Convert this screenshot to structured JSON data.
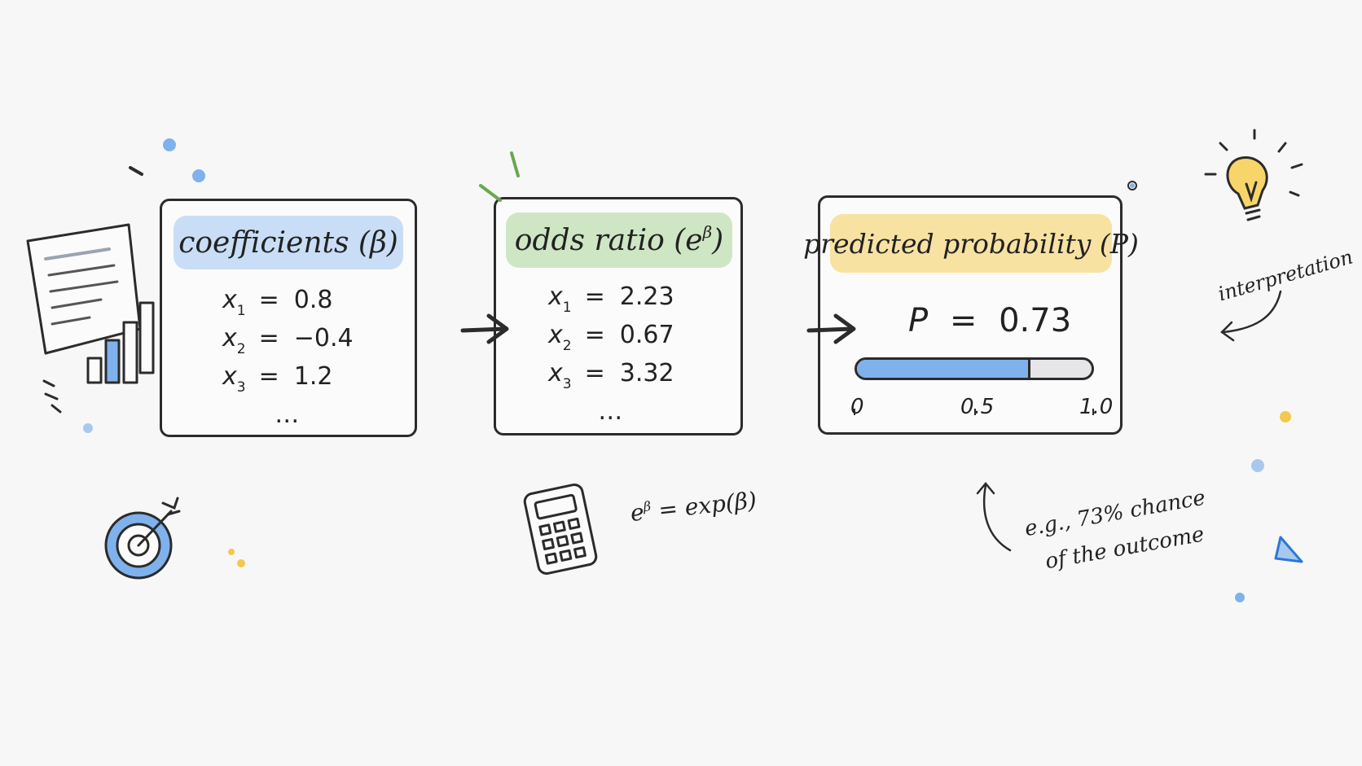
{
  "panels": [
    {
      "title": "coefficients (β)",
      "title_color": "#c9def6",
      "rows": [
        {
          "var": "x",
          "sub": "1",
          "value": "0.8"
        },
        {
          "var": "x",
          "sub": "2",
          "value": "−0.4"
        },
        {
          "var": "x",
          "sub": "3",
          "value": "1.2"
        }
      ],
      "ellipsis": "…"
    },
    {
      "title_main": "odds ratio (e",
      "title_sup": "β",
      "title_end": ")",
      "title_color": "#cfe6c4",
      "rows": [
        {
          "var": "x",
          "sub": "1",
          "value": "2.23"
        },
        {
          "var": "x",
          "sub": "2",
          "value": "0.67"
        },
        {
          "var": "x",
          "sub": "3",
          "value": "3.32"
        }
      ],
      "ellipsis": "…"
    },
    {
      "title": "predicted probability (P)",
      "title_color": "#f8e2a2",
      "prob_var": "P",
      "prob_eq": "=",
      "prob_value": "0.73",
      "bar": {
        "value": 0.73,
        "ticks": [
          "0",
          "0.5",
          "1.0"
        ],
        "fill_color": "#7fb2ec"
      }
    }
  ],
  "equals": "=",
  "formula": {
    "lhs": "e",
    "sup": "β",
    "rhs": " = exp(β)"
  },
  "interpretation_label": "interpretation",
  "example_note": {
    "line1": "e.g., 73% chance",
    "line2": "of the outcome"
  },
  "icons": [
    "document-chart-icon",
    "target-icon",
    "calculator-icon",
    "lightbulb-icon"
  ],
  "colors": {
    "blue": "#7fb2ec",
    "green": "#6aa84f",
    "yellow": "#f2c94c",
    "ink": "#2b2b2b"
  }
}
